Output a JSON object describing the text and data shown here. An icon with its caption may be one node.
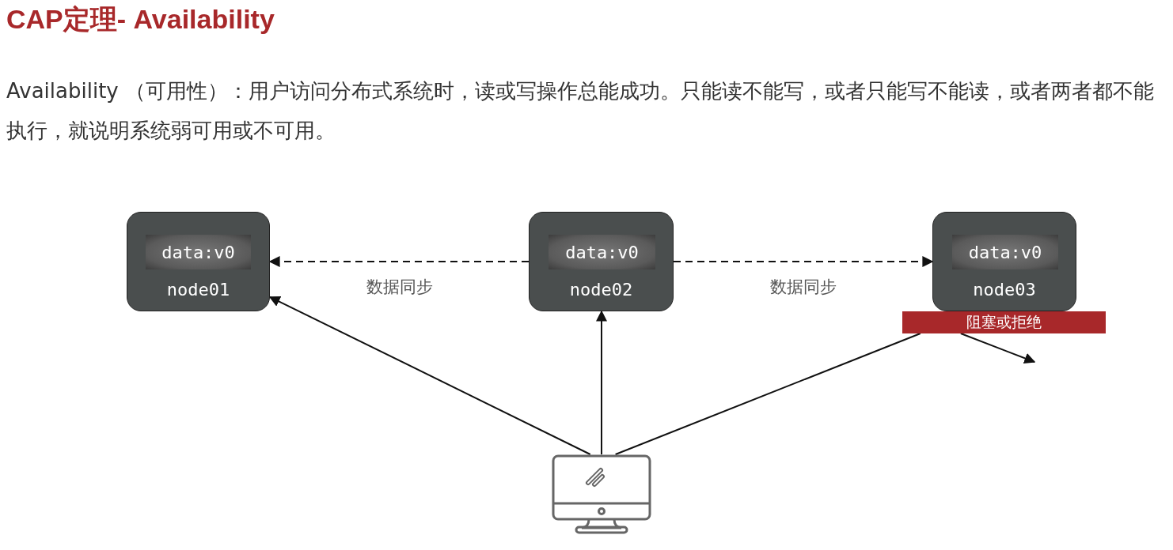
{
  "diagram": {
    "title": "CAP定理- Availability",
    "nodes": [
      {
        "text": [
          "node01"
        ]
      },
      {
        "text": [
          "data:v0"
        ],
        "in": 0
      },
      {
        "text": [
          "node02"
        ]
      },
      {
        "text": [
          "data:v0"
        ],
        "in": 2
      },
      {
        "text": [
          "node03"
        ]
      },
      {
        "text": [
          "data:v0"
        ],
        "in": 4
      },
      {
        "text": [
          "阻塞或拒绝"
        ]
      },
      {
        "text": [],
        "shape": "monitor"
      }
    ],
    "edges": [
      {
        "from": 2,
        "to": 0,
        "arrow": "to",
        "style": "dashed",
        "label": "数据同步"
      },
      {
        "from": 2,
        "to": 4,
        "arrow": "to",
        "style": "dashed",
        "label": "数据同步"
      },
      {
        "from": 7,
        "to": 0,
        "arrow": "to"
      },
      {
        "from": 7,
        "to": 2,
        "arrow": "to"
      },
      {
        "from": 7,
        "to": 6,
        "arrow": "none"
      },
      {
        "from": 6,
        "to": null,
        "arrow": "to"
      }
    ],
    "labels": [
      "Availability （可用性）：用户访问分布式系统时，读或写操作总能成功。只能读不能写，或者只能写不能读，或者两者都不能执行，就说明系统弱可用或不可用。"
    ]
  }
}
